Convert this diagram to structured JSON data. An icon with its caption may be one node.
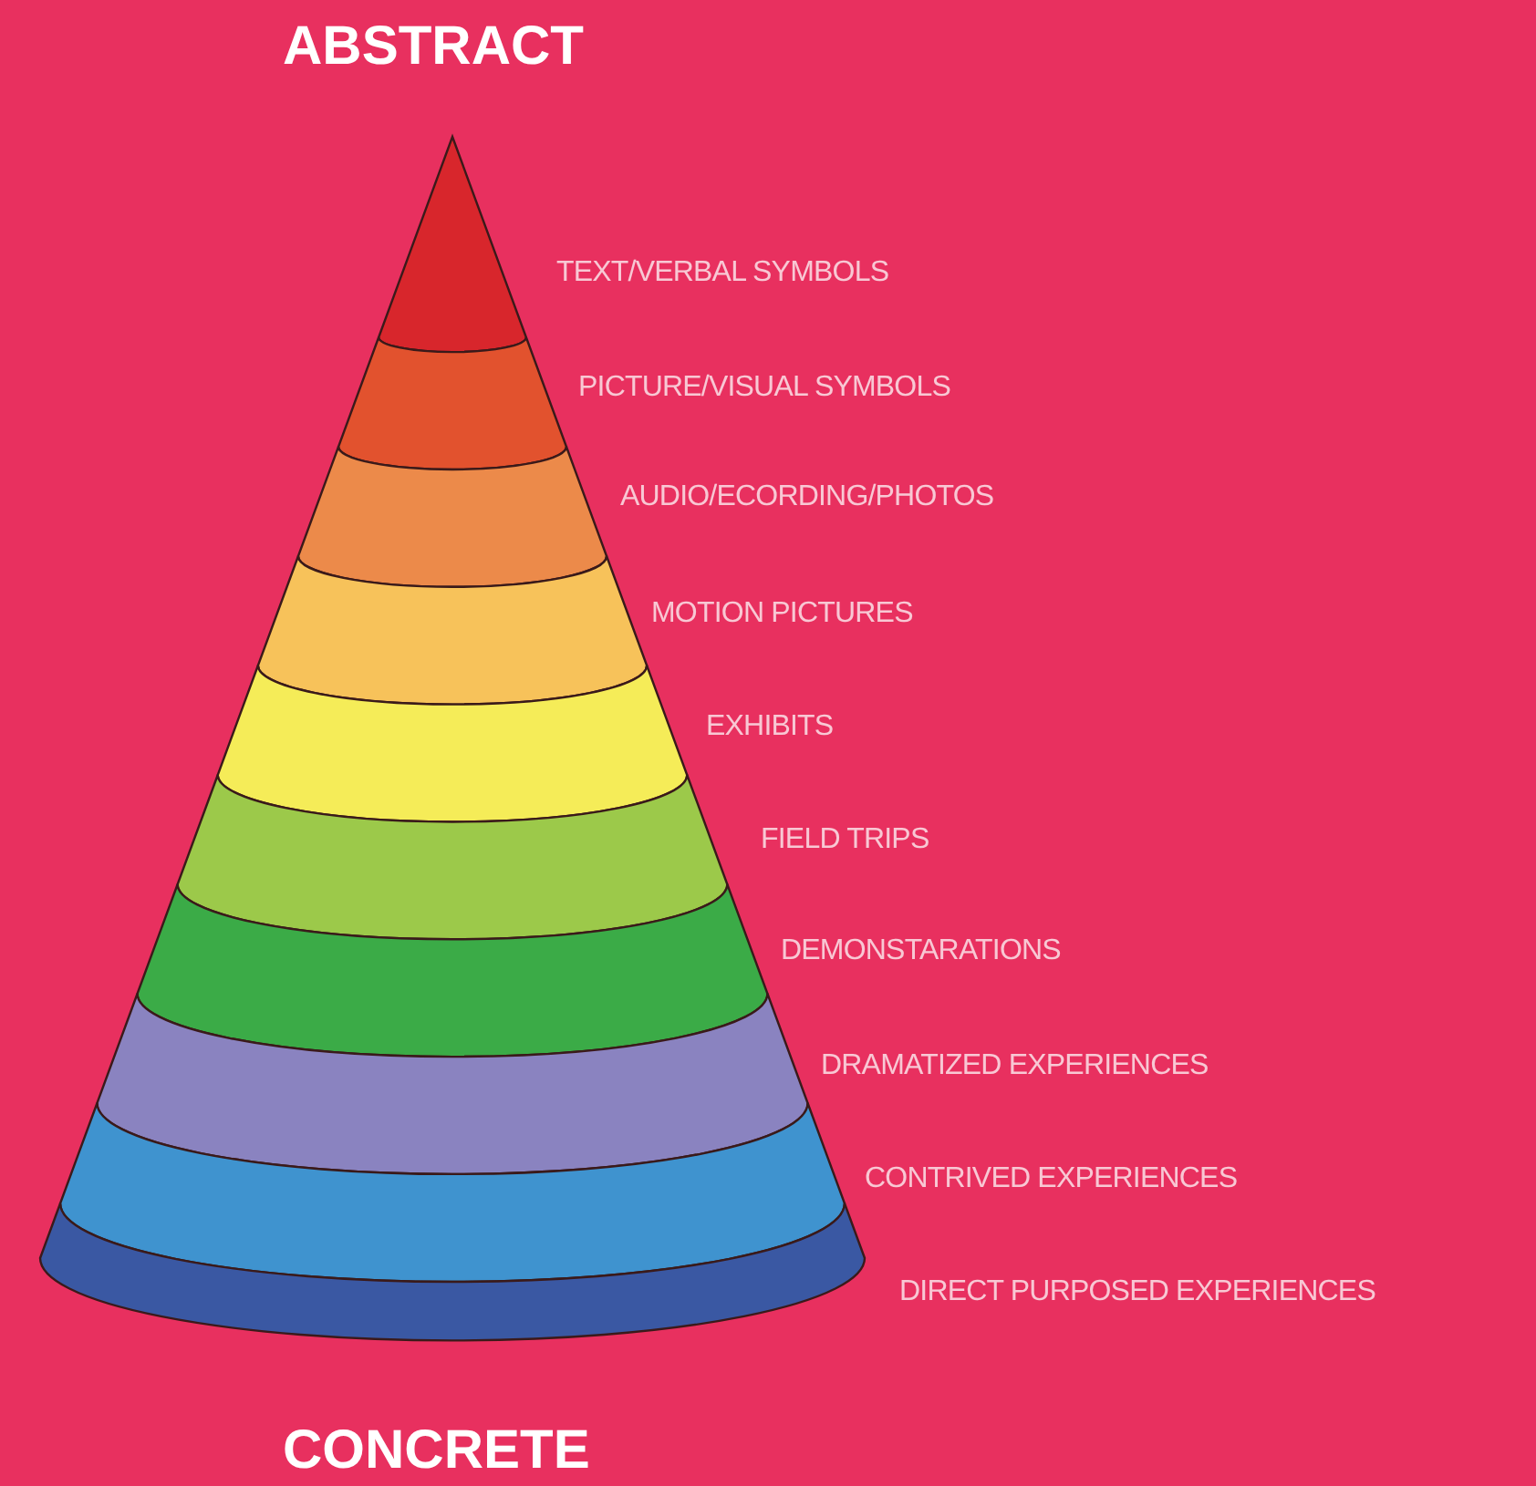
{
  "diagram": {
    "nodes": [
      {
        "text": [],
        "shape": "band",
        "beside": [
          "TEXT/VERBAL SYMBOLS"
        ]
      },
      {
        "text": [],
        "shape": "band",
        "beside": [
          "PICTURE/VISUAL SYMBOLS"
        ]
      },
      {
        "text": [],
        "shape": "band",
        "beside": [
          "AUDIO/ECORDING/PHOTOS"
        ]
      },
      {
        "text": [],
        "shape": "band",
        "beside": [
          "MOTION PICTURES"
        ]
      },
      {
        "text": [],
        "shape": "band",
        "beside": [
          "EXHIBITS"
        ]
      },
      {
        "text": [],
        "shape": "band",
        "beside": [
          "FIELD TRIPS"
        ]
      },
      {
        "text": [],
        "shape": "band",
        "beside": [
          "DEMONSTARATIONS"
        ]
      },
      {
        "text": [],
        "shape": "band",
        "beside": [
          "DRAMATIZED EXPERIENCES"
        ]
      },
      {
        "text": [],
        "shape": "band",
        "beside": [
          "CONTRIVED EXPERIENCES"
        ]
      },
      {
        "text": [],
        "shape": "band",
        "beside": [
          "DIRECT PURPOSED EXPERIENCES"
        ]
      }
    ],
    "labels": [
      "ABSTRACT",
      "CONCRETE"
    ]
  }
}
